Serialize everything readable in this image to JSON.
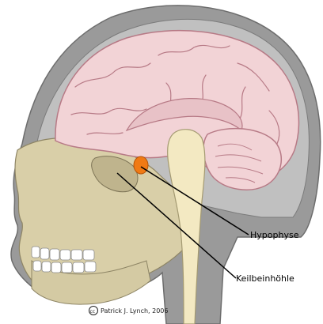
{
  "labels": {
    "hypophyse": "Hypophyse",
    "keilbeinhoehle": "Keilbeinhöhle"
  },
  "credit": {
    "symbol": "cc",
    "text": "Patrick J. Lynch, 2006"
  },
  "colors": {
    "skin": "#9a9a9a",
    "skull": "#c0c0c0",
    "bone": "#d9cfa8",
    "brain": "#f2d3d6",
    "brain_outline": "#b77a86",
    "brainstem": "#f3e9c2",
    "hypophyse": "#f07a14",
    "teeth": "#ffffff",
    "leader_line": "#000000"
  }
}
